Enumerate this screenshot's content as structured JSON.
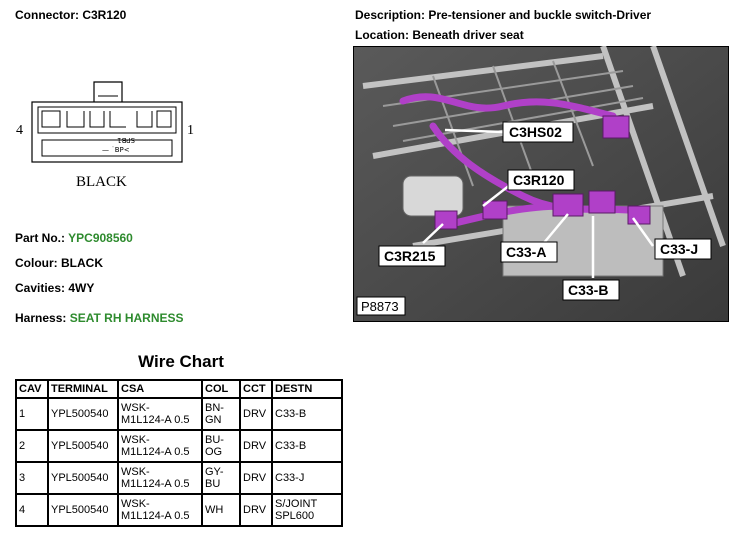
{
  "connector": {
    "label": "Connector: C3R120",
    "pin_left": "4",
    "pin_right": "1",
    "colour_caption": "BLACK"
  },
  "description": "Description: Pre-tensioner and buckle switch-Driver",
  "location": "Location: Beneath driver seat",
  "part_no": {
    "label": "Part No.:",
    "value": "YPC908560"
  },
  "colour": "Colour: BLACK",
  "cavities": "Cavities: 4WY",
  "harness": {
    "label": "Harness:",
    "value": "SEAT RH HARNESS"
  },
  "photo": {
    "ref": "P8873",
    "callouts": [
      "C3HS02",
      "C3R120",
      "C3R215",
      "C33-A",
      "C33-J",
      "C33-B"
    ],
    "highlight_color": "#b040c8"
  },
  "wire_chart": {
    "title": "Wire Chart",
    "headers": [
      "CAV",
      "TERMINAL",
      "CSA",
      "COL",
      "CCT",
      "DESTN"
    ],
    "rows": [
      {
        "cav": "1",
        "terminal": "YPL500540",
        "csa": [
          "WSK-",
          "M1L124-A 0.5"
        ],
        "col": [
          "BN-",
          "GN"
        ],
        "cct": "DRV",
        "destn": [
          "C33-B"
        ]
      },
      {
        "cav": "2",
        "terminal": "YPL500540",
        "csa": [
          "WSK-",
          "M1L124-A 0.5"
        ],
        "col": [
          "BU-",
          "OG"
        ],
        "cct": "DRV",
        "destn": [
          "C33-B"
        ]
      },
      {
        "cav": "3",
        "terminal": "YPL500540",
        "csa": [
          "WSK-",
          "M1L124-A 0.5"
        ],
        "col": [
          "GY-",
          "BU"
        ],
        "cct": "DRV",
        "destn": [
          "C33-J"
        ]
      },
      {
        "cav": "4",
        "terminal": "YPL500540",
        "csa": [
          "WSK-",
          "M1L124-A 0.5"
        ],
        "col": [
          "WH"
        ],
        "cct": "DRV",
        "destn": [
          "S/JOINT",
          "SPL600"
        ]
      }
    ]
  }
}
